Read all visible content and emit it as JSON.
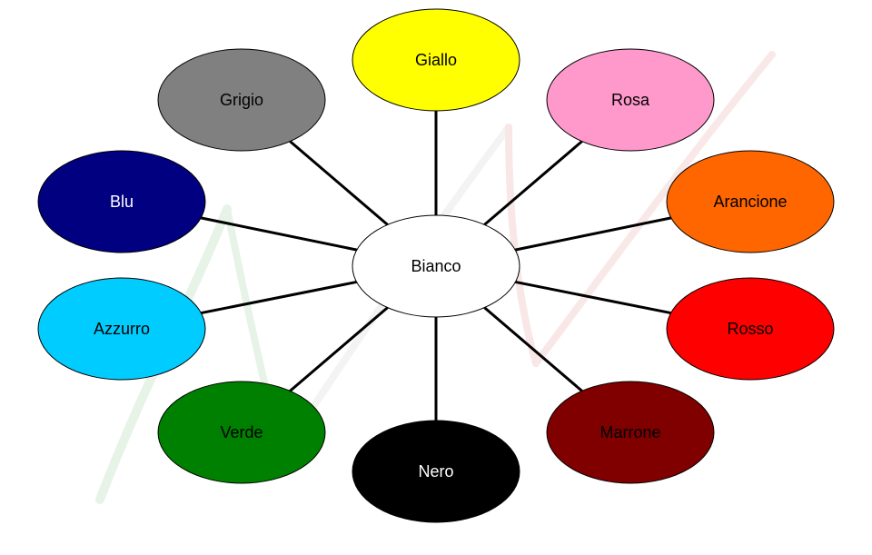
{
  "center": {
    "label": "Bianco",
    "fill": "#ffffff",
    "text_color": "#000000"
  },
  "spokes": [
    {
      "id": "giallo",
      "label": "Giallo",
      "fill": "#ffff00",
      "text_color": "#000000"
    },
    {
      "id": "rosa",
      "label": "Rosa",
      "fill": "#ff99cc",
      "text_color": "#000000"
    },
    {
      "id": "arancione",
      "label": "Arancione",
      "fill": "#ff6600",
      "text_color": "#000000"
    },
    {
      "id": "rosso",
      "label": "Rosso",
      "fill": "#ff0000",
      "text_color": "#000000"
    },
    {
      "id": "marrone",
      "label": "Marrone",
      "fill": "#800000",
      "text_color": "#000000"
    },
    {
      "id": "nero",
      "label": "Nero",
      "fill": "#000000",
      "text_color": "#ffffff"
    },
    {
      "id": "verde",
      "label": "Verde",
      "fill": "#008000",
      "text_color": "#000000"
    },
    {
      "id": "azzurro",
      "label": "Azzurro",
      "fill": "#00ccff",
      "text_color": "#000000"
    },
    {
      "id": "blu",
      "label": "Blu",
      "fill": "#000080",
      "text_color": "#ffffff"
    },
    {
      "id": "grigio",
      "label": "Grigio",
      "fill": "#808080",
      "text_color": "#000000"
    }
  ],
  "connector_color": "#000000",
  "outline_color": "#000000"
}
